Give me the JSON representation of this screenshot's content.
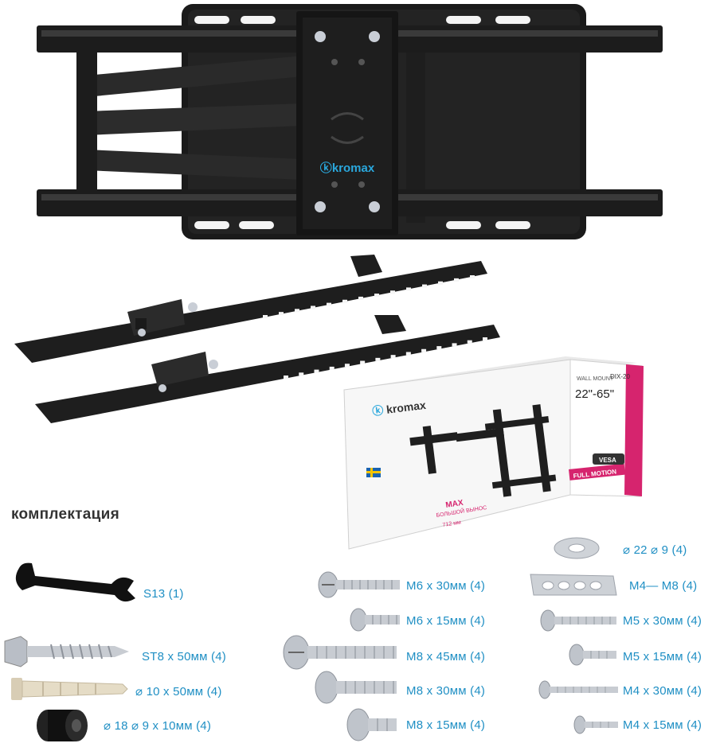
{
  "brand": {
    "logo_text": "kromax",
    "colors": {
      "accent": "#1f8fc4",
      "metal": "#1b1b1b",
      "box_pink": "#d6246e"
    }
  },
  "box": {
    "subtitle": "WALL MOUNT",
    "model": "DIX-20",
    "size_range": "22\"-65\"",
    "max_label": "MAX",
    "extension_label": "БОЛЬШОЙ ВЫНОС",
    "extension_value": "712 мм",
    "motion_label": "FULL MOTION",
    "vesa_label": "VESA"
  },
  "kit": {
    "heading": "комплектация",
    "items": [
      {
        "id": "wrench",
        "label": "S13 (1)"
      },
      {
        "id": "lag-screw",
        "label": "ST8 x 50мм (4)"
      },
      {
        "id": "wall-plug",
        "label": "⌀ 10 x 50мм (4)"
      },
      {
        "id": "spacer",
        "label": "⌀ 18 ⌀ 9 x 10мм (4)"
      },
      {
        "id": "m6x30",
        "label": "M6 x 30мм (4)"
      },
      {
        "id": "m6x15",
        "label": "M6 x 15мм (4)"
      },
      {
        "id": "m8x45",
        "label": "M8 x 45мм (4)"
      },
      {
        "id": "m8x30",
        "label": "M8 x 30мм (4)"
      },
      {
        "id": "m8x15",
        "label": "M8 x 15мм (4)"
      },
      {
        "id": "washer",
        "label": "⌀ 22 ⌀ 9  (4)"
      },
      {
        "id": "adapter-plate",
        "label": "M4— M8 (4)"
      },
      {
        "id": "m5x30",
        "label": "M5 x 30мм (4)"
      },
      {
        "id": "m5x15",
        "label": "M5 x 15мм (4)"
      },
      {
        "id": "m4x30",
        "label": "M4 x 30мм (4)"
      },
      {
        "id": "m4x15",
        "label": "M4 x 15мм (4)"
      }
    ]
  }
}
